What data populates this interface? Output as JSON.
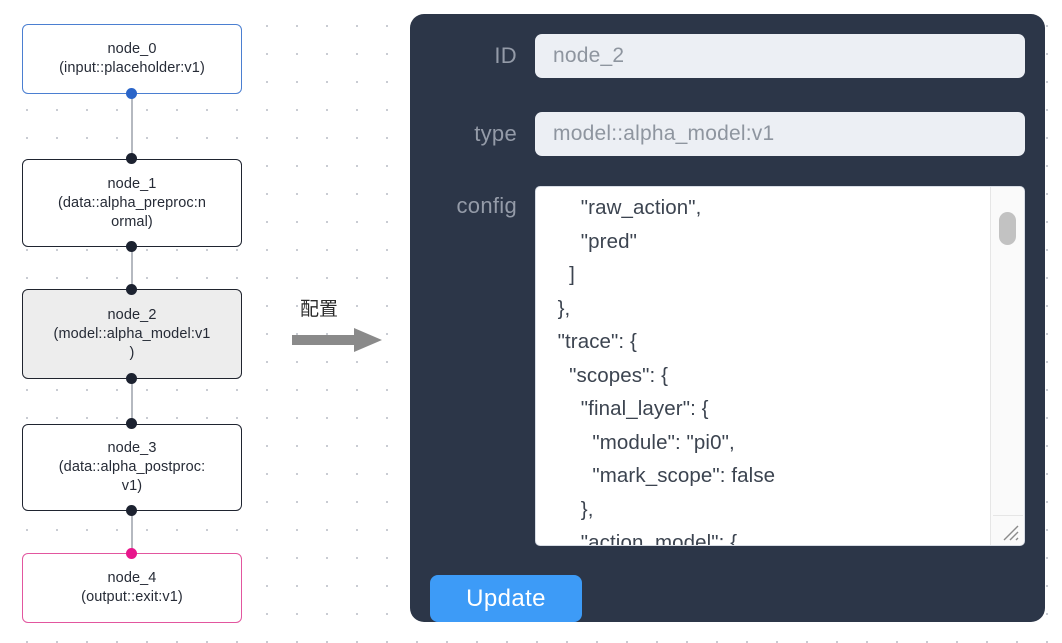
{
  "graph": {
    "nodes": [
      {
        "id": "node_0",
        "title": "node_0",
        "subtitle": "(input::placeholder:v1)",
        "label": "node_0\n(input::placeholder:v1)",
        "kind": "input",
        "accent": "#4b7fd1",
        "selected": false
      },
      {
        "id": "node_1",
        "title": "node_1",
        "subtitle": "(data::alpha_preproc:normal)",
        "label": "node_1\n(data::alpha_preproc:n\normal)",
        "kind": "data",
        "accent": "#1f2430",
        "selected": false
      },
      {
        "id": "node_2",
        "title": "node_2",
        "subtitle": "(model::alpha_model:v1)",
        "label": "node_2\n(model::alpha_model:v1\n)",
        "kind": "model",
        "accent": "#20242e",
        "selected": true
      },
      {
        "id": "node_3",
        "title": "node_3",
        "subtitle": "(data::alpha_postproc:v1)",
        "label": "node_3\n(data::alpha_postproc:\nv1)",
        "kind": "data",
        "accent": "#1f2430",
        "selected": false
      },
      {
        "id": "node_4",
        "title": "node_4",
        "subtitle": "(output::exit:v1)",
        "label": "node_4\n(output::exit:v1)",
        "kind": "output",
        "accent": "#e2569f",
        "selected": false
      }
    ],
    "edges": [
      {
        "from": "node_0",
        "to": "node_1"
      },
      {
        "from": "node_1",
        "to": "node_2"
      },
      {
        "from": "node_2",
        "to": "node_3"
      },
      {
        "from": "node_3",
        "to": "node_4"
      }
    ],
    "port_colors": {
      "default": "#1c2230",
      "input": "#2a65c9",
      "output": "#e8168c"
    },
    "edge_color": "#b5b9c0",
    "grid_dot_color": "#c9ccd3"
  },
  "annotation": {
    "caption": "配置",
    "arrow_icon": "right-arrow-icon",
    "arrow_color": "#8a8a8a"
  },
  "panel": {
    "background": "#2c3648",
    "fields": {
      "id": {
        "label": "ID",
        "value": "node_2",
        "placeholder": "node_2"
      },
      "type": {
        "label": "type",
        "value": "model::alpha_model:v1",
        "placeholder": "model::alpha_model:v1"
      },
      "config": {
        "label": "config",
        "value": "      \"raw_action\",\n      \"pred\"\n    ]\n  },\n  \"trace\": {\n    \"scopes\": {\n      \"final_layer\": {\n        \"module\": \"pi0\",\n        \"mark_scope\": false\n      },\n      \"action_model\": {"
      }
    },
    "update_button": {
      "label": "Update",
      "color": "#3d9bf7"
    },
    "scrollbar": {
      "thumb_color": "#c2c2c2",
      "track_color": "#fafafa"
    }
  }
}
